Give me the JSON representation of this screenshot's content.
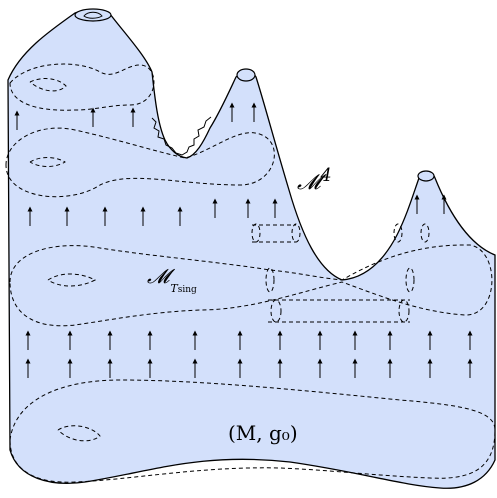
{
  "labels": {
    "top_manifold": "𝓜",
    "top_manifold_sup": "4",
    "singular_slice": "𝓜",
    "singular_slice_sub": "T",
    "singular_slice_subsub": "sing",
    "base_manifold": "(M, g₀)"
  },
  "colors": {
    "fill": "#d3e0fb",
    "stroke": "#000000"
  }
}
